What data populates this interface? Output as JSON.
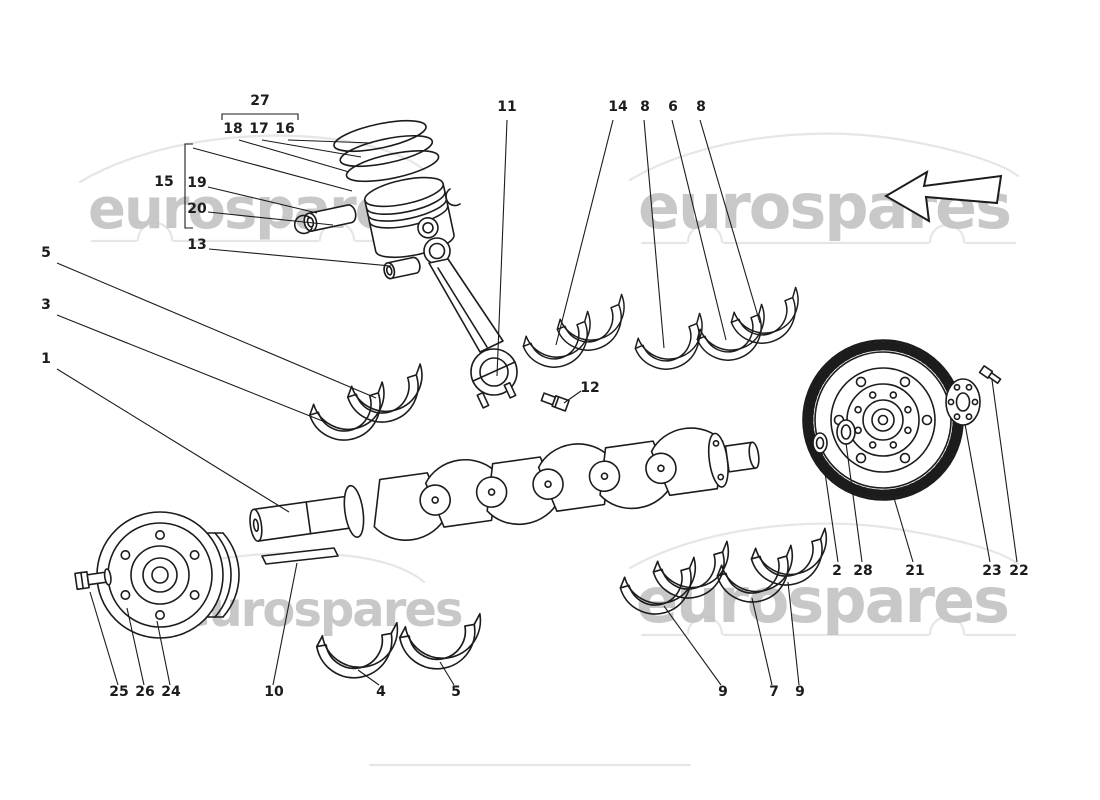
{
  "colors": {
    "ink": "#1c1c1c",
    "watermark": "#c3c3c3",
    "silhouette": "#e6e6e6",
    "paper": "#ffffff"
  },
  "watermark": {
    "text": "eurospares"
  },
  "icons": {
    "direction_arrow": "left-block-arrow"
  },
  "diagram": {
    "part_labels": [
      {
        "n": "27"
      },
      {
        "n": "18"
      },
      {
        "n": "17"
      },
      {
        "n": "16"
      },
      {
        "n": "15"
      },
      {
        "n": "19"
      },
      {
        "n": "20"
      },
      {
        "n": "13"
      },
      {
        "n": "5"
      },
      {
        "n": "3"
      },
      {
        "n": "1"
      },
      {
        "n": "11"
      },
      {
        "n": "14"
      },
      {
        "n": "8"
      },
      {
        "n": "6"
      },
      {
        "n": "8"
      },
      {
        "n": "12"
      },
      {
        "n": "2"
      },
      {
        "n": "28"
      },
      {
        "n": "21"
      },
      {
        "n": "23"
      },
      {
        "n": "22"
      },
      {
        "n": "25"
      },
      {
        "n": "26"
      },
      {
        "n": "24"
      },
      {
        "n": "10"
      },
      {
        "n": "4"
      },
      {
        "n": "5"
      },
      {
        "n": "9"
      },
      {
        "n": "7"
      },
      {
        "n": "9"
      }
    ]
  }
}
